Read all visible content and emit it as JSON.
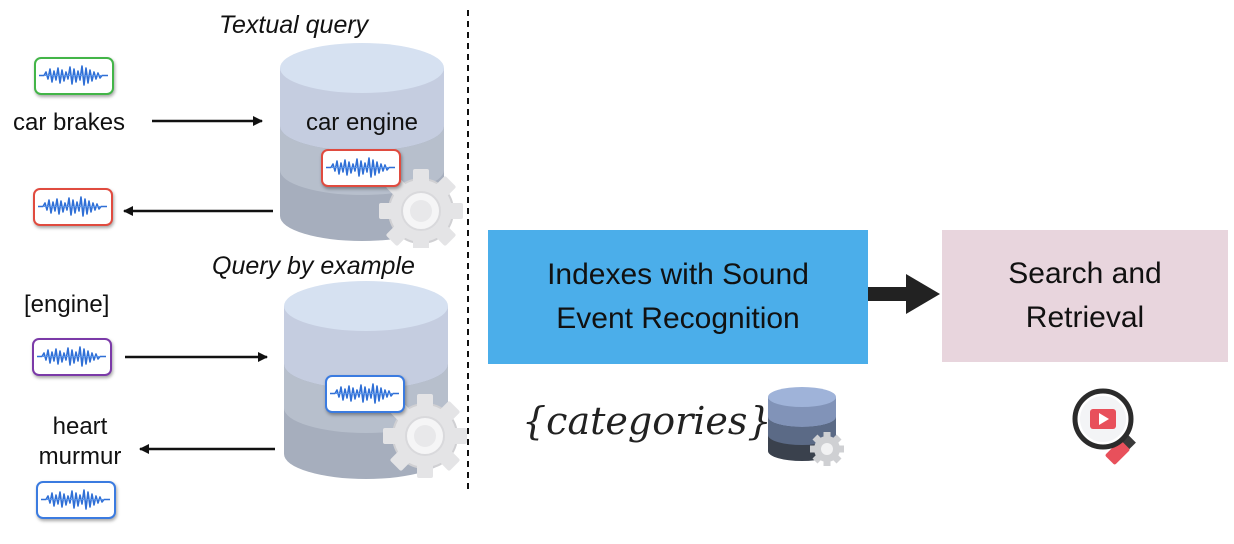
{
  "query_section": {
    "textual": {
      "heading": "Textual query",
      "input_label": "car brakes",
      "db_label": "car engine"
    },
    "example": {
      "heading": "Query by example",
      "input_label": "[engine]",
      "output_label": [
        "heart",
        "murmur"
      ]
    }
  },
  "index_box": {
    "lines": [
      "Indexes with Sound",
      "Event Recognition"
    ],
    "color": "#4baeea"
  },
  "search_box": {
    "lines": [
      "Search and",
      "Retrieval"
    ],
    "color": "#e8d5dd"
  },
  "categories_text": "{categories}",
  "clip_colors": {
    "green": "#43b548",
    "red": "#e04b3f",
    "purple": "#7b3aa8",
    "blue": "#3b7be0"
  },
  "icons": [
    "audio-waveform-icon",
    "database-icon",
    "gear-icon",
    "magnifier-video-icon"
  ]
}
